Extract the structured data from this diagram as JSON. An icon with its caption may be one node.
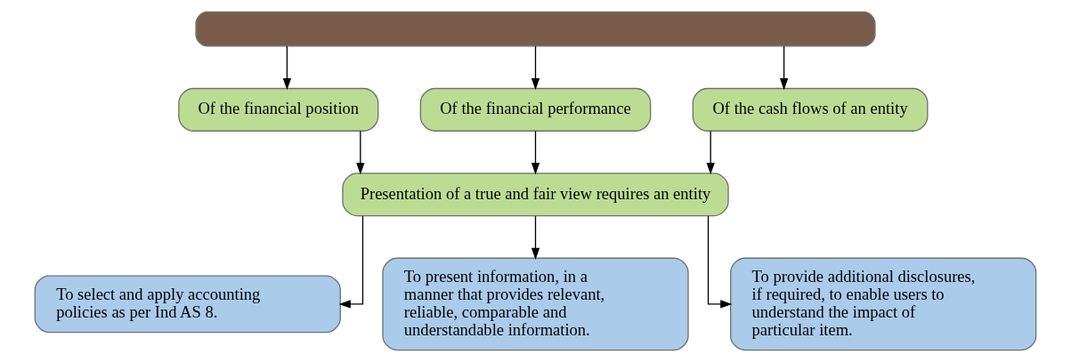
{
  "diagram": {
    "nodes": [
      {
        "text": [],
        "shape": "box"
      },
      {
        "text": [
          "Of the financial position"
        ]
      },
      {
        "text": [
          "Of the financial performance"
        ]
      },
      {
        "text": [
          "Of the cash flows of an entity"
        ]
      },
      {
        "text": [
          "Presentation of a true and fair view requires an entity"
        ]
      },
      {
        "text": [
          "To select and apply accounting policies as per Ind AS 8."
        ]
      },
      {
        "text": [
          "To present information, in a manner that provides relevant, reliable, comparable and understandable information."
        ]
      },
      {
        "text": [
          "To provide additional disclosures, if required, to enable users to understand the impact of particular item."
        ]
      }
    ],
    "edges": [
      {
        "from": 0,
        "to": 1,
        "arrow": "to"
      },
      {
        "from": 0,
        "to": 2,
        "arrow": "to"
      },
      {
        "from": 0,
        "to": 3,
        "arrow": "to"
      },
      {
        "from": 1,
        "to": 4,
        "arrow": "to"
      },
      {
        "from": 2,
        "to": 4,
        "arrow": "to"
      },
      {
        "from": 3,
        "to": 4,
        "arrow": "to"
      },
      {
        "from": 4,
        "to": 5,
        "arrow": "to"
      },
      {
        "from": 4,
        "to": 6,
        "arrow": "to"
      },
      {
        "from": 4,
        "to": 7,
        "arrow": "to"
      }
    ]
  }
}
